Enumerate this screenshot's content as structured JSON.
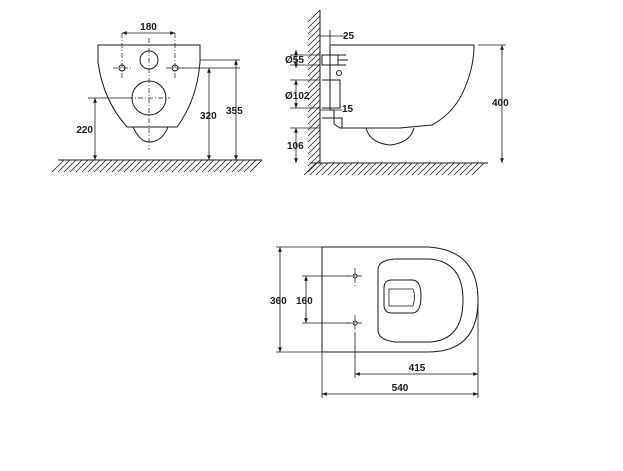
{
  "front_view": {
    "dimensions": {
      "holes_spacing": "180",
      "outlet_height": "220",
      "inlet_height": "320",
      "total_height": "355"
    }
  },
  "side_view": {
    "dimensions": {
      "wall_offset_top": "25",
      "inlet_diameter": "Ø55",
      "outlet_diameter": "Ø102",
      "wall_offset_bottom": "15",
      "floor_to_outlet": "106",
      "bowl_height": "400"
    }
  },
  "top_view": {
    "dimensions": {
      "overall_width": "360",
      "bolt_spacing": "160",
      "bolt_to_front": "415",
      "overall_length": "540"
    }
  },
  "colors": {
    "line": "#1a1a1a",
    "background": "#ffffff"
  }
}
